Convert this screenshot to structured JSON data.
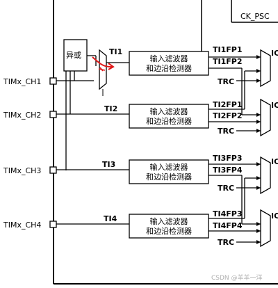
{
  "inputs": [
    {
      "label": "TIMx_CH1"
    },
    {
      "label": "TIMx_CH2"
    },
    {
      "label": "TIMx_CH3"
    },
    {
      "label": "TIMx_CH4"
    }
  ],
  "xor": {
    "label": "异或"
  },
  "ck_psc": {
    "label": "CK_PSC"
  },
  "channels": [
    {
      "ti_label": "TI1",
      "filter_line1": "输入滤波器",
      "filter_line2": "和边沿检测器",
      "out_a": "TI1FP1",
      "out_b": "TI1FP2",
      "trc": "TRC"
    },
    {
      "ti_label": "TI2",
      "filter_line1": "输入滤波器",
      "filter_line2": "和边沿检测器",
      "out_a": "TI2FP1",
      "out_b": "TI2FP2",
      "trc": "TRC"
    },
    {
      "ti_label": "TI3",
      "filter_line1": "输入滤波器",
      "filter_line2": "和边沿检测器",
      "out_a": "TI3FP3",
      "out_b": "TI3FP4",
      "trc": "TRC"
    },
    {
      "ti_label": "TI4",
      "filter_line1": "输入滤波器",
      "filter_line2": "和边沿检测器",
      "out_a": "TI4FP3",
      "out_b": "TI4FP4",
      "trc": "TRC"
    }
  ],
  "mux_output_prefix": [
    "IC",
    "IC",
    "IC",
    "IC"
  ],
  "watermark": "CSDN @羊羊一洋",
  "colors": {
    "line": "#000000",
    "annotation": "#e01818",
    "watermark": "#b0b0b0"
  }
}
